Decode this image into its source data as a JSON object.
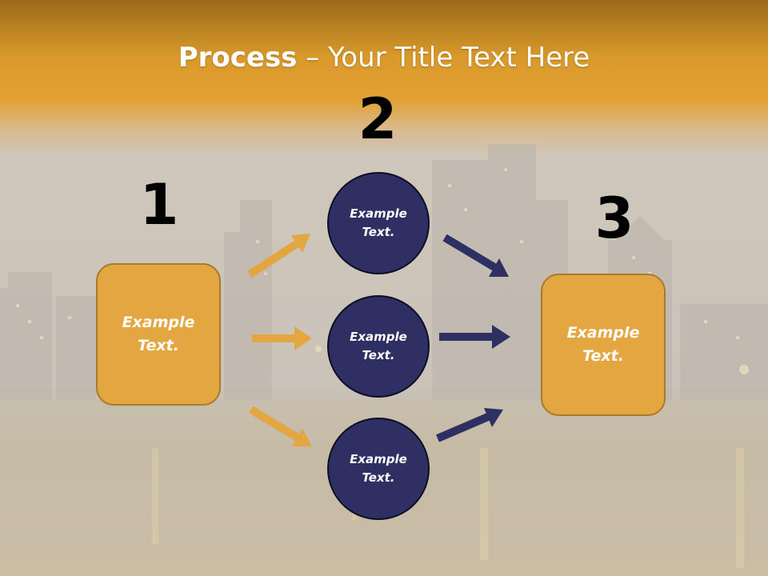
{
  "title": {
    "bold": "Process",
    "rest": " – Your Title Text Here"
  },
  "steps": [
    {
      "number": "1",
      "text": "Example\nText."
    },
    {
      "number": "2",
      "text": "Example\nText."
    },
    {
      "number": "3",
      "text": "Example\nText."
    }
  ],
  "circles": [
    {
      "text": "Example\nText."
    },
    {
      "text": "Example\nText."
    },
    {
      "text": "Example\nText."
    }
  ],
  "colors": {
    "orange": "#e4a640",
    "navy": "#2e2f63",
    "banner": "#e3a134"
  }
}
